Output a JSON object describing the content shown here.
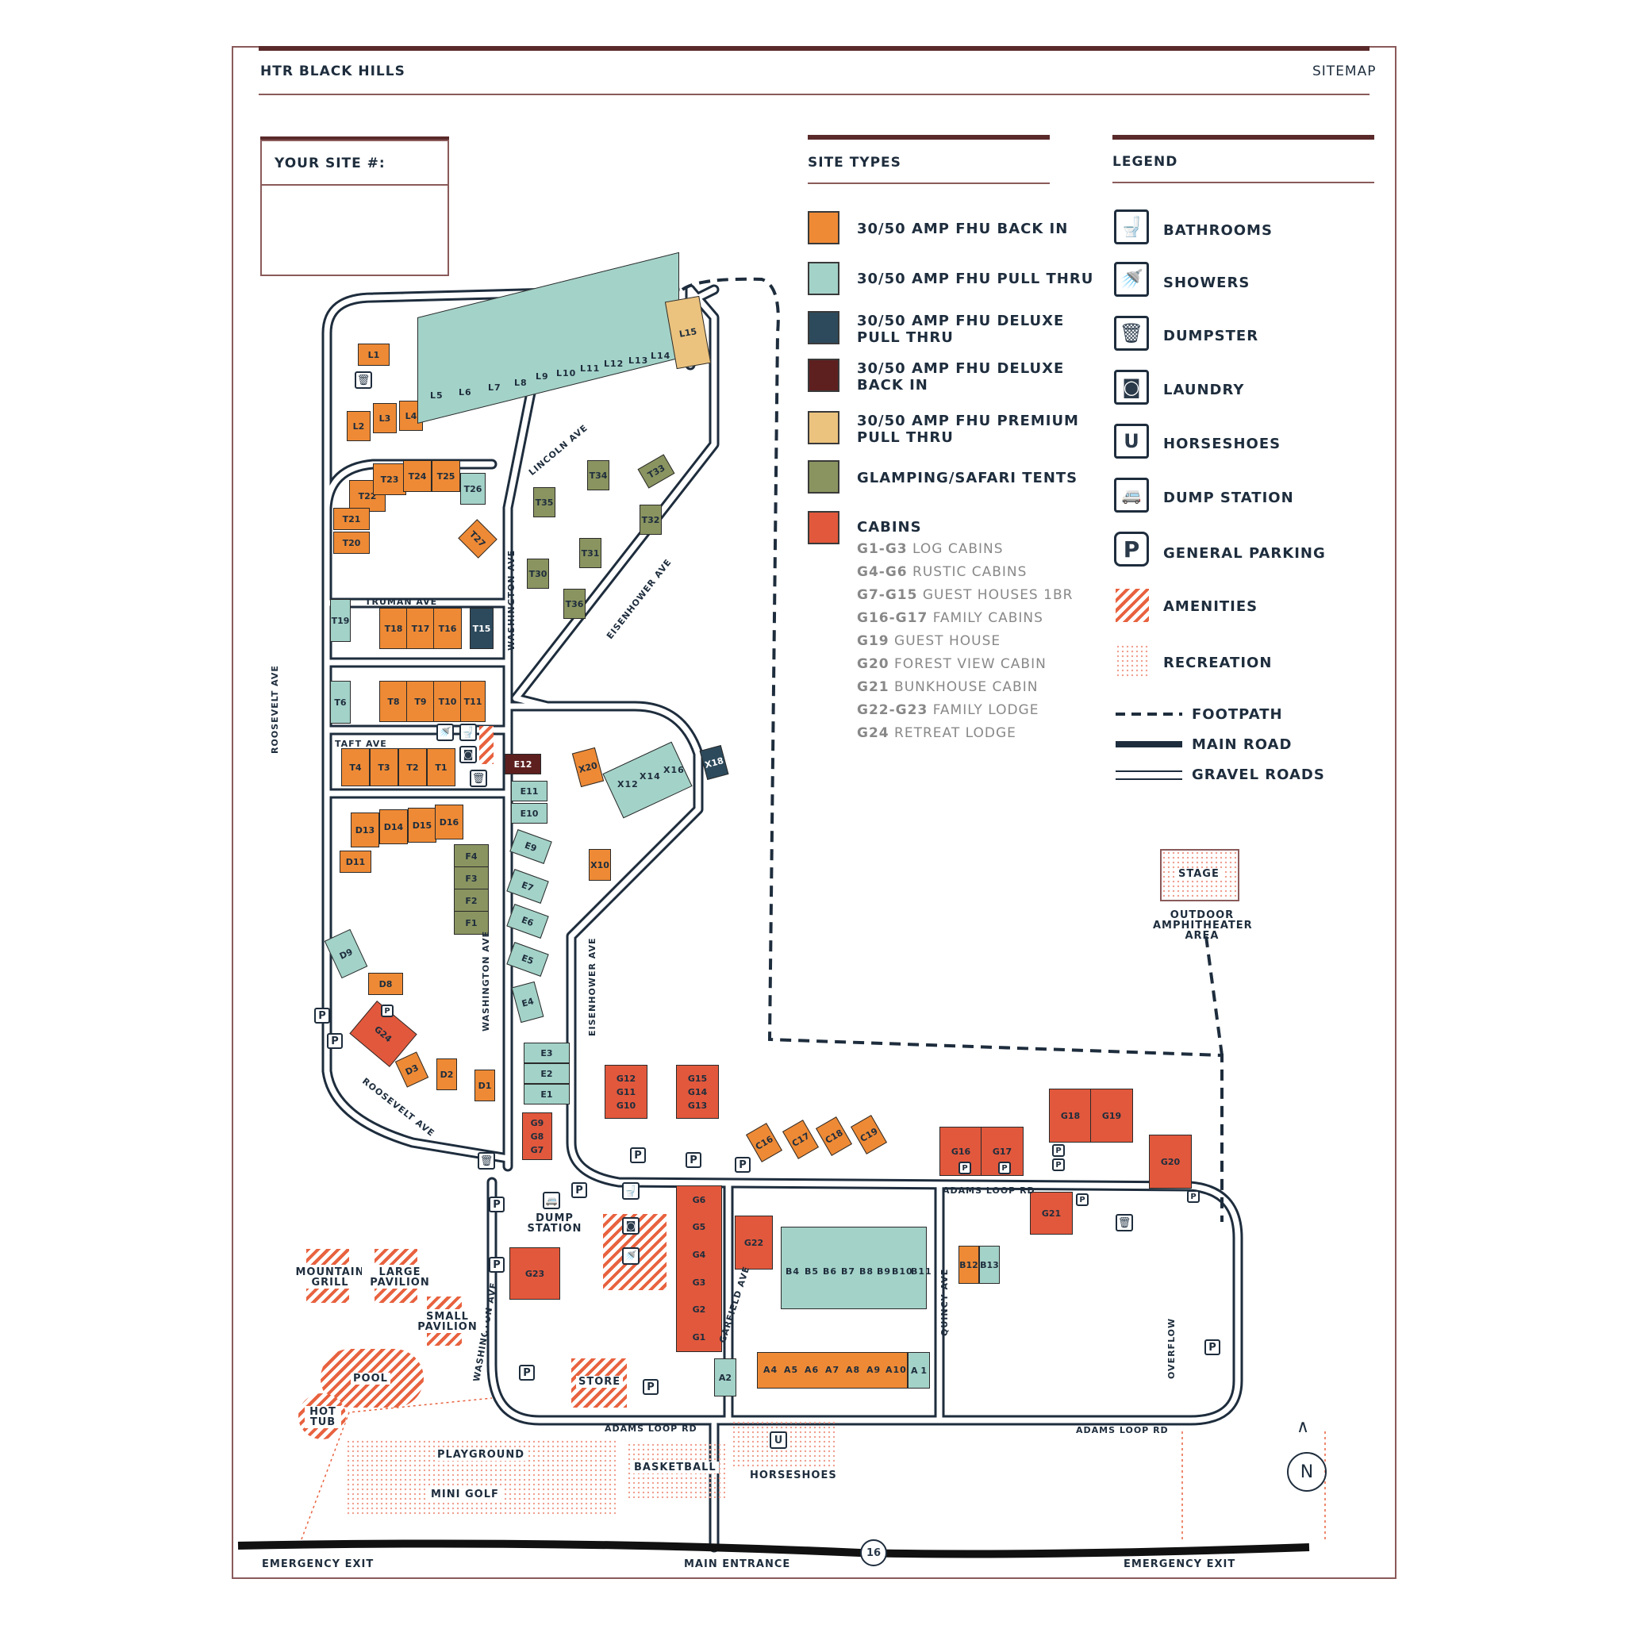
{
  "header": {
    "title": "HTR BLACK HILLS",
    "section": "SITEMAP"
  },
  "your_site": {
    "label": "YOUR SITE #:"
  },
  "site_types": {
    "title": "SITE TYPES",
    "items": [
      {
        "label": "30/50 AMP FHU BACK IN",
        "color": "#ee8a35"
      },
      {
        "label": "30/50 AMP FHU PULL THRU",
        "color": "#a3d2c8"
      },
      {
        "label_1": "30/50 AMP FHU DELUXE",
        "label_2": "PULL THRU",
        "color": "#2d4a5c"
      },
      {
        "label_1": "30/50 AMP FHU DELUXE",
        "label_2": "BACK IN",
        "color": "#5e1f1f"
      },
      {
        "label_1": "30/50 AMP FHU PREMIUM",
        "label_2": "PULL THRU",
        "color": "#ebc37e"
      },
      {
        "label": "GLAMPING/SAFARI TENTS",
        "color": "#8a9460"
      },
      {
        "label": "CABINS",
        "color": "#e2583c"
      }
    ],
    "cabins": [
      {
        "code": "G1-G3",
        "name": "LOG CABINS"
      },
      {
        "code": "G4-G6",
        "name": "RUSTIC CABINS"
      },
      {
        "code": "G7-G15",
        "name": "GUEST HOUSES 1BR"
      },
      {
        "code": "G16-G17",
        "name": "FAMILY CABINS"
      },
      {
        "code": "G19",
        "name": "GUEST HOUSE"
      },
      {
        "code": "G20",
        "name": "FOREST VIEW CABIN"
      },
      {
        "code": "G21",
        "name": "BUNKHOUSE CABIN"
      },
      {
        "code": "G22-G23",
        "name": "FAMILY LODGE"
      },
      {
        "code": "G24",
        "name": "RETREAT LODGE"
      }
    ]
  },
  "legend": {
    "title": "LEGEND",
    "items": [
      {
        "icon": "toilet-icon",
        "glyph": "🚽",
        "label": "BATHROOMS"
      },
      {
        "icon": "shower-icon",
        "glyph": "🚿",
        "label": "SHOWERS"
      },
      {
        "icon": "trash-icon",
        "glyph": "🗑",
        "label": "DUMPSTER"
      },
      {
        "icon": "washer-icon",
        "glyph": "◙",
        "label": "LAUNDRY"
      },
      {
        "icon": "horseshoe-icon",
        "glyph": "U",
        "label": "HORSESHOES"
      },
      {
        "icon": "rv-icon",
        "glyph": "▬",
        "label": "DUMP STATION"
      },
      {
        "icon": "parking-icon",
        "glyph": "P",
        "label": "GENERAL PARKING"
      },
      {
        "icon": "amenities-swatch",
        "label": "AMENITIES"
      },
      {
        "icon": "recreation-swatch",
        "label": "RECREATION"
      },
      {
        "icon": "footpath-line",
        "label": "FOOTPATH"
      },
      {
        "icon": "main-road-line",
        "label": "MAIN ROAD"
      },
      {
        "icon": "gravel-road-line",
        "label": "GRAVEL ROADS"
      }
    ]
  },
  "streets": {
    "roosevelt": "ROOSEVELT AVE",
    "washington": "WASHINGTON AVE",
    "lincoln": "LINCOLN AVE",
    "eisenhower": "EISENHOWER AVE",
    "truman": "TRUMAN AVE",
    "taft": "TAFT AVE",
    "garfield": "GARFIELD AVE",
    "quincy": "QUINCY AVE",
    "adams": "ADAMS LOOP RD",
    "overflow": "OVERFLOW"
  },
  "places": {
    "stage": "STAGE",
    "amphitheater": "OUTDOOR AMPHITHEATER AREA",
    "dump_station": "DUMP STATION",
    "mountain_grill": "MOUNTAIN GRILL",
    "large_pavilion": "LARGE PAVILION",
    "small_pavilion": "SMALL PAVILION",
    "pool": "POOL",
    "hot_tub": "HOT TUB",
    "store": "STORE",
    "playground": "PLAYGROUND",
    "mini_golf": "MINI GOLF",
    "basketball": "BASKETBALL",
    "horseshoes": "HORSESHOES"
  },
  "sites": {
    "orange": [
      "L1",
      "L2",
      "L3",
      "L4",
      "T20",
      "T21",
      "T22",
      "T23",
      "T24",
      "T25",
      "T27",
      "T18",
      "T17",
      "T16",
      "T8",
      "T9",
      "T10",
      "T11",
      "T4",
      "T3",
      "T2",
      "T1",
      "D13",
      "D14",
      "D15",
      "D16",
      "D11",
      "D8",
      "D3",
      "D2",
      "D1",
      "X20",
      "X10",
      "C16",
      "C17",
      "C18",
      "C19",
      "B12",
      "A4",
      "A5",
      "A6",
      "A7",
      "A8",
      "A9",
      "A10"
    ],
    "teal": [
      "L5",
      "L6",
      "L7",
      "L8",
      "L9",
      "L10",
      "L11",
      "L12",
      "L13",
      "L14",
      "T26",
      "T19",
      "T6",
      "E11",
      "E10",
      "E9",
      "E7",
      "E6",
      "E5",
      "E4",
      "E3",
      "E2",
      "E1",
      "X12",
      "X14",
      "X16",
      "D9",
      "B4",
      "B5",
      "B6",
      "B7",
      "B8",
      "B9",
      "B10",
      "B11",
      "B13",
      "A2",
      "A 1"
    ],
    "navy": [
      "T15",
      "X18"
    ],
    "maroon": [
      "E12"
    ],
    "tan": [
      "L15"
    ],
    "olive": [
      "T33",
      "T34",
      "T35",
      "T32",
      "T31",
      "T30",
      "T36",
      "F4",
      "F3",
      "F2",
      "F1"
    ],
    "red": [
      "G24",
      "G12",
      "G11",
      "G10",
      "G15",
      "G14",
      "G13",
      "G9",
      "G8",
      "G7",
      "G6",
      "G5",
      "G4",
      "G3",
      "G2",
      "G1",
      "G22",
      "G23",
      "G16",
      "G17",
      "G18",
      "G19",
      "G20",
      "G21"
    ]
  },
  "compass": "N",
  "footer": {
    "left": "EMERGENCY EXIT",
    "center": "MAIN ENTRANCE",
    "right": "EMERGENCY EXIT",
    "page": "16"
  }
}
